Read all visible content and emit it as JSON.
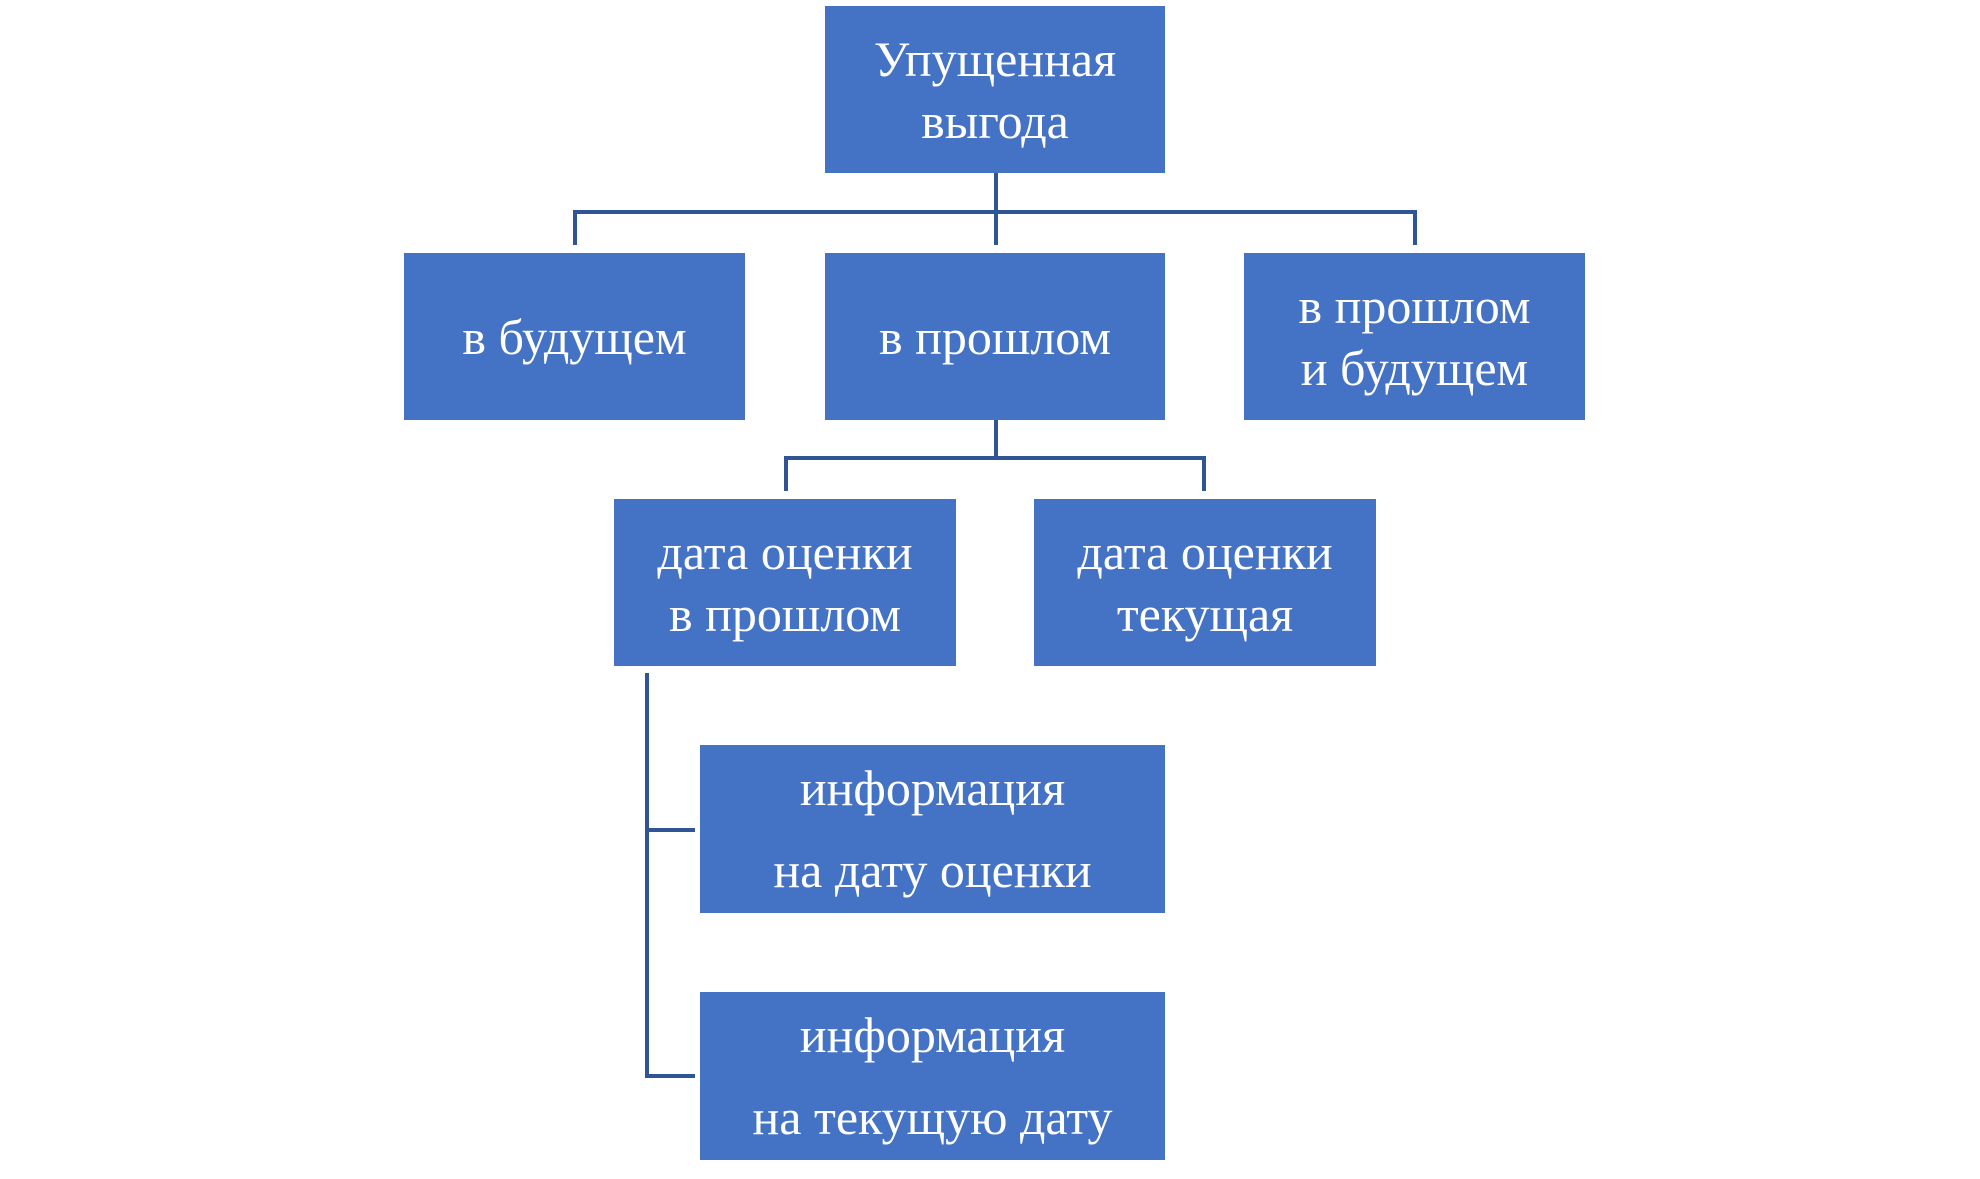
{
  "root": {
    "lines": [
      "Упущенная",
      "выгода"
    ]
  },
  "level1": [
    {
      "lines": [
        "в будущем"
      ]
    },
    {
      "lines": [
        "в прошлом"
      ]
    },
    {
      "lines": [
        "в прошлом",
        "и будущем"
      ]
    }
  ],
  "level2": [
    {
      "lines": [
        "дата оценки",
        "в прошлом"
      ]
    },
    {
      "lines": [
        "дата оценки",
        "текущая"
      ]
    }
  ],
  "level3": [
    {
      "lines": [
        "информация",
        "на дату оценки"
      ]
    },
    {
      "lines": [
        "информация",
        "на текущую дату"
      ]
    }
  ],
  "colors": {
    "box": "#4472c4",
    "connector": "#2f5597"
  }
}
